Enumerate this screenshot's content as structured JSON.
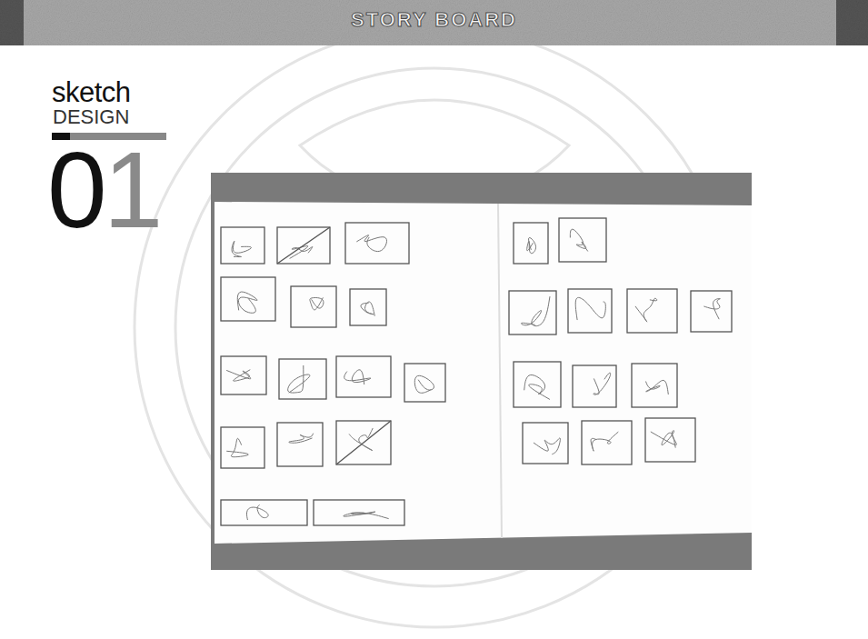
{
  "diagram": {
    "title": "STORY BOARD",
    "labels": [
      "sketch",
      "DESIGN",
      "01"
    ]
  }
}
